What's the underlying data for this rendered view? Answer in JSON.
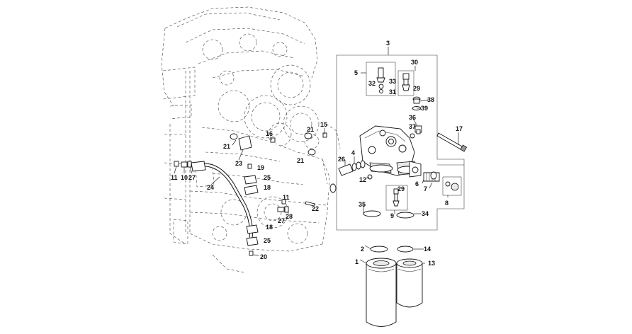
{
  "callouts": [
    {
      "id": "c3",
      "text": "3"
    },
    {
      "id": "c5",
      "text": "5"
    },
    {
      "id": "c30",
      "text": "30"
    },
    {
      "id": "c32",
      "text": "32"
    },
    {
      "id": "c33",
      "text": "33"
    },
    {
      "id": "c31",
      "text": "31"
    },
    {
      "id": "c29a",
      "text": "29"
    },
    {
      "id": "c38",
      "text": "38"
    },
    {
      "id": "c39",
      "text": "39"
    },
    {
      "id": "c36",
      "text": "36"
    },
    {
      "id": "c37",
      "text": "37"
    },
    {
      "id": "c17",
      "text": "17"
    },
    {
      "id": "c16",
      "text": "16"
    },
    {
      "id": "c15",
      "text": "15"
    },
    {
      "id": "c21a",
      "text": "21"
    },
    {
      "id": "c21b",
      "text": "21"
    },
    {
      "id": "c21c",
      "text": "21"
    },
    {
      "id": "c23",
      "text": "23"
    },
    {
      "id": "c4",
      "text": "4"
    },
    {
      "id": "c26",
      "text": "26"
    },
    {
      "id": "c12",
      "text": "12"
    },
    {
      "id": "c29b",
      "text": "29"
    },
    {
      "id": "c6",
      "text": "6"
    },
    {
      "id": "c7",
      "text": "7"
    },
    {
      "id": "c8",
      "text": "8"
    },
    {
      "id": "c19",
      "text": "19"
    },
    {
      "id": "c11a",
      "text": "11"
    },
    {
      "id": "c10",
      "text": "10"
    },
    {
      "id": "c27a",
      "text": "27"
    },
    {
      "id": "c25a",
      "text": "25"
    },
    {
      "id": "c18a",
      "text": "18"
    },
    {
      "id": "c24",
      "text": "24"
    },
    {
      "id": "c11b",
      "text": "11"
    },
    {
      "id": "c35",
      "text": "35"
    },
    {
      "id": "c9",
      "text": "9"
    },
    {
      "id": "c34",
      "text": "34"
    },
    {
      "id": "c22",
      "text": "22"
    },
    {
      "id": "c28",
      "text": "28"
    },
    {
      "id": "c27b",
      "text": "27"
    },
    {
      "id": "c18b",
      "text": "18"
    },
    {
      "id": "c25b",
      "text": "25"
    },
    {
      "id": "c20",
      "text": "20"
    },
    {
      "id": "c2",
      "text": "2"
    },
    {
      "id": "c14",
      "text": "14"
    },
    {
      "id": "c1",
      "text": "1"
    },
    {
      "id": "c13",
      "text": "13"
    }
  ]
}
